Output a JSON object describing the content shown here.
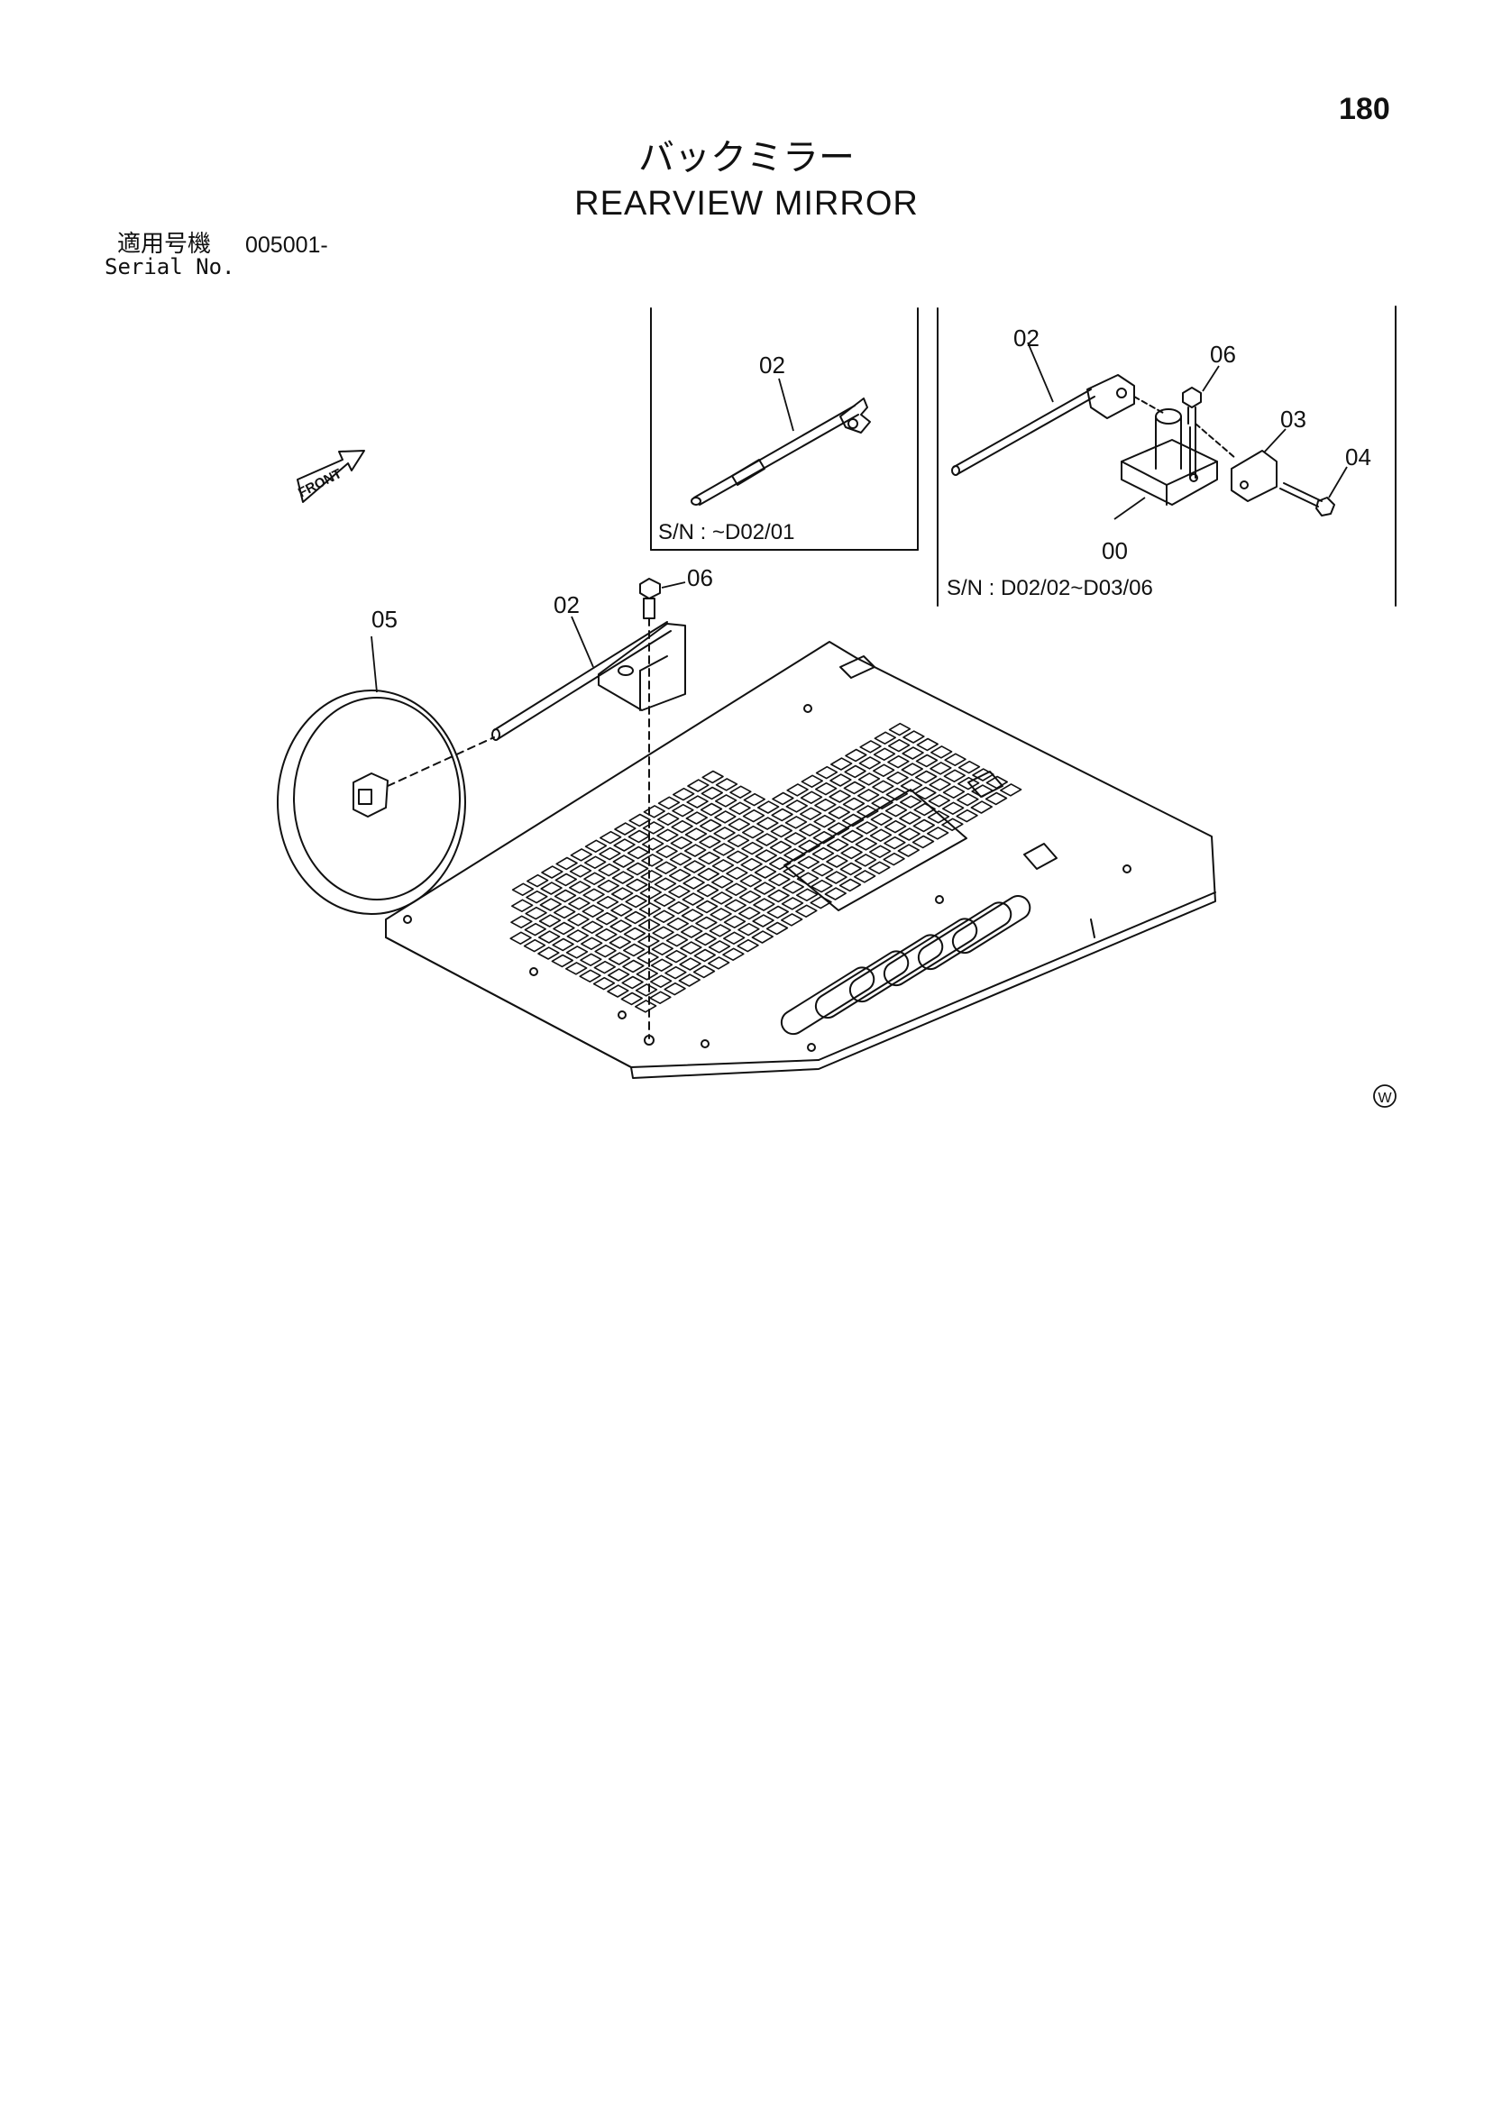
{
  "page": {
    "number": "180",
    "title_ja": "バックミラー",
    "title_en": "REARVIEW MIRROR",
    "serial_label_ja": "適用号機",
    "serial_range": "005001-",
    "serial_label_en": "Serial No."
  },
  "diagram": {
    "front_label": "FRONT",
    "copyright_mark": "W",
    "main_view": {
      "callouts": [
        "05",
        "02",
        "06"
      ]
    },
    "inset_1": {
      "callouts": [
        "02"
      ],
      "sn_text": "S/N : ~D02/01"
    },
    "inset_2": {
      "callouts": [
        "02",
        "06",
        "03",
        "04",
        "00"
      ],
      "sn_text": "S/N : D02/02~D03/06"
    }
  }
}
